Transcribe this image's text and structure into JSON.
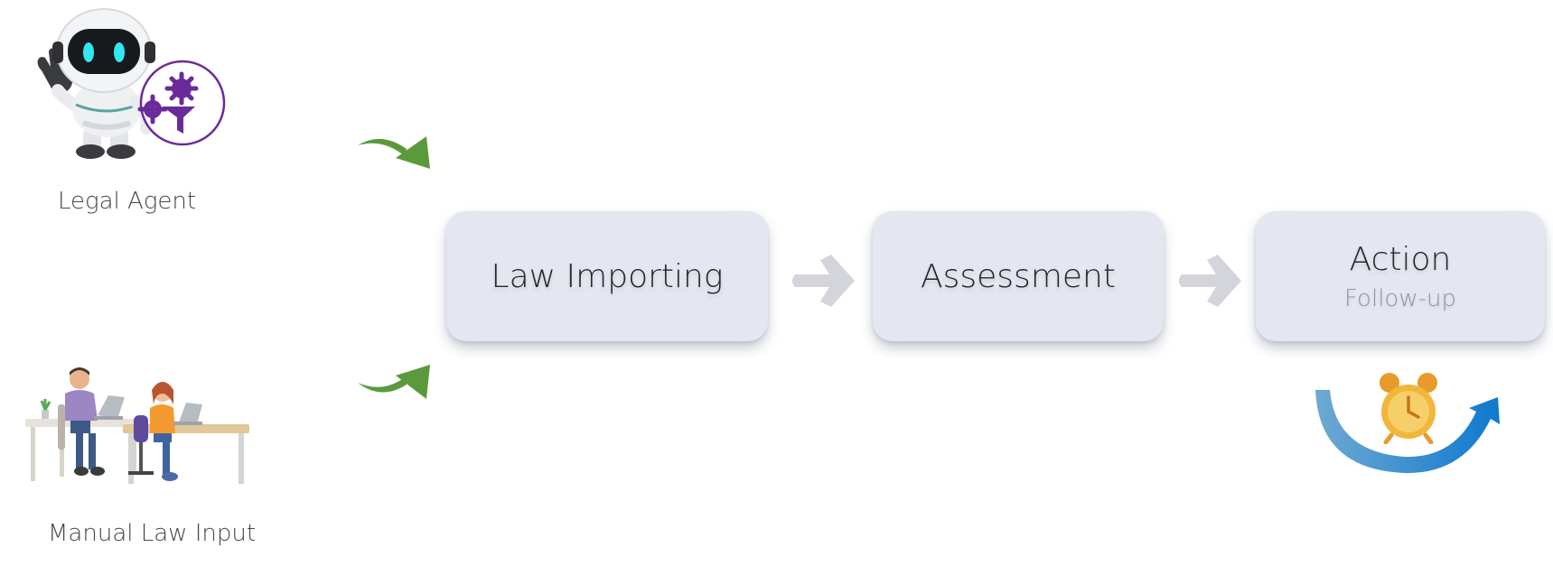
{
  "sources": {
    "agent": {
      "label": "Legal Agent",
      "icon": "robot-agent-icon"
    },
    "manual": {
      "label": "Manual Law Input",
      "icon": "people-at-desks-icon"
    }
  },
  "steps": [
    {
      "title": "Law Importing"
    },
    {
      "title": "Assessment"
    },
    {
      "title": "Action",
      "subtitle": "Follow-up"
    }
  ],
  "icons": {
    "followup": "alarm-clock-icon",
    "cycle": "cycle-arrow-icon",
    "step_arrow": "grey-arrow-icon",
    "input_arrow": "green-curved-arrow-icon"
  },
  "colors": {
    "input_arrow": "#5a9a3c",
    "step_box": "#e4e7ef",
    "step_arrow": "#d3d5da",
    "cycle_arrow": "#1a7fd0",
    "agent_badge": "#6a2a9a",
    "clock": "#f1b63a"
  }
}
